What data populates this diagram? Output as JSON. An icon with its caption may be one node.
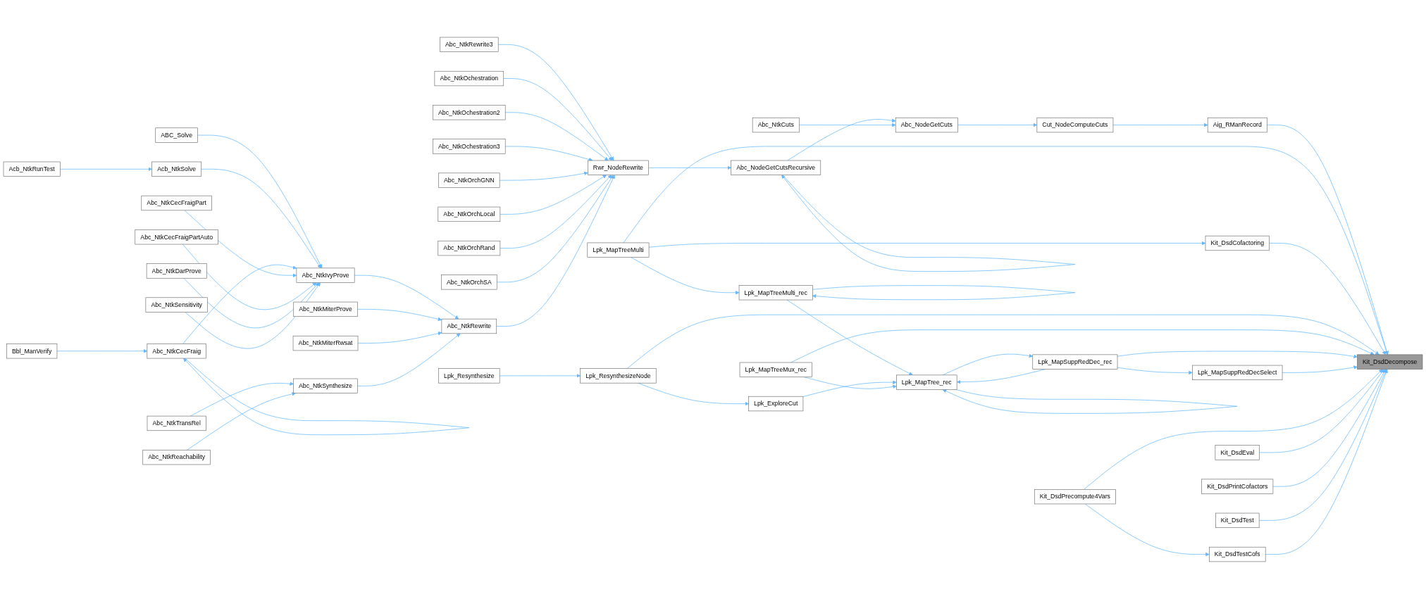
{
  "diagram": {
    "nodes": [
      {
        "text": [
          "Acb_NtkRunTest"
        ]
      },
      {
        "text": [
          "Bbl_ManVerify"
        ]
      },
      {
        "text": [
          "ABC_Solve"
        ]
      },
      {
        "text": [
          "Acb_NtkSolve"
        ]
      },
      {
        "text": [
          "Abc_NtkCecFraig"
        ]
      },
      {
        "text": [
          "Abc_NtkCecFraigPart"
        ]
      },
      {
        "text": [
          "Abc_NtkCecFraigPartAuto"
        ]
      },
      {
        "text": [
          "Abc_NtkDarProve"
        ]
      },
      {
        "text": [
          "Abc_NtkSensitivity"
        ]
      },
      {
        "text": [
          "Abc_NtkTransRel"
        ]
      },
      {
        "text": [
          "Abc_NtkReachability"
        ]
      },
      {
        "text": [
          "Abc_NtkIvyProve"
        ]
      },
      {
        "text": [
          "Abc_NtkMiterProve"
        ]
      },
      {
        "text": [
          "Abc_NtkMiterRwsat"
        ]
      },
      {
        "text": [
          "Abc_NtkSynthesize"
        ]
      },
      {
        "text": [
          "Abc_NtkRewrite3"
        ]
      },
      {
        "text": [
          "Abc_NtkOchestration"
        ]
      },
      {
        "text": [
          "Abc_NtkOchestration2"
        ]
      },
      {
        "text": [
          "Abc_NtkOchestration3"
        ]
      },
      {
        "text": [
          "Abc_NtkOrchGNN"
        ]
      },
      {
        "text": [
          "Abc_NtkOrchLocal"
        ]
      },
      {
        "text": [
          "Abc_NtkOrchRand"
        ]
      },
      {
        "text": [
          "Abc_NtkOrchSA"
        ]
      },
      {
        "text": [
          "Abc_NtkRewrite"
        ]
      },
      {
        "text": [
          "Lpk_Resynthesize"
        ]
      },
      {
        "text": [
          "Rwr_NodeRewrite"
        ]
      },
      {
        "text": [
          "Lpk_MapTreeMulti"
        ]
      },
      {
        "text": [
          "Lpk_ResynthesizeNode"
        ]
      },
      {
        "text": [
          "Abc_NodeGetCutsRecursive"
        ]
      },
      {
        "text": [
          "Abc_NtkCuts"
        ]
      },
      {
        "text": [
          "Abc_NodeGetCuts"
        ]
      },
      {
        "text": [
          "Kit_DsdCofactoring"
        ]
      },
      {
        "text": [
          "Lpk_MapTreeMulti_rec"
        ]
      },
      {
        "text": [
          "Lpk_ExploreCut"
        ]
      },
      {
        "text": [
          "Lpk_MapTreeMux_rec"
        ]
      },
      {
        "text": [
          "Lpk_MapTree_rec"
        ]
      },
      {
        "text": [
          "Cut_NodeComputeCuts"
        ]
      },
      {
        "text": [
          "Kit_DsdPrecompute4Vars"
        ]
      },
      {
        "text": [
          "Lpk_MapSuppRedDec_rec"
        ]
      },
      {
        "text": [
          "Aig_RManRecord"
        ]
      },
      {
        "text": [
          "Kit_DsdEval"
        ]
      },
      {
        "text": [
          "Kit_DsdPrintCofactors"
        ]
      },
      {
        "text": [
          "Kit_DsdTest"
        ]
      },
      {
        "text": [
          "Kit_DsdTestCofs"
        ]
      },
      {
        "text": [
          "Lpk_MapSuppRedDecSelect"
        ]
      },
      {
        "text": [
          "Kit_DsdDecompose"
        ]
      }
    ],
    "edges": [
      {
        "from": 0,
        "to": 3,
        "arrow": "to"
      },
      {
        "from": 1,
        "to": 4,
        "arrow": "to"
      },
      {
        "from": 4,
        "to": 4,
        "arrow": "to"
      },
      {
        "from": 2,
        "to": 11,
        "arrow": "to"
      },
      {
        "from": 3,
        "to": 11,
        "arrow": "to"
      },
      {
        "from": 4,
        "to": 11,
        "arrow": "to"
      },
      {
        "from": 5,
        "to": 11,
        "arrow": "to"
      },
      {
        "from": 6,
        "to": 11,
        "arrow": "to"
      },
      {
        "from": 7,
        "to": 11,
        "arrow": "to"
      },
      {
        "from": 8,
        "to": 11,
        "arrow": "to"
      },
      {
        "from": 9,
        "to": 14,
        "arrow": "to"
      },
      {
        "from": 10,
        "to": 14,
        "arrow": "to"
      },
      {
        "from": 11,
        "to": 23,
        "arrow": "to"
      },
      {
        "from": 12,
        "to": 23,
        "arrow": "to"
      },
      {
        "from": 13,
        "to": 23,
        "arrow": "to"
      },
      {
        "from": 14,
        "to": 23,
        "arrow": "to"
      },
      {
        "from": 15,
        "to": 25,
        "arrow": "to"
      },
      {
        "from": 16,
        "to": 25,
        "arrow": "to"
      },
      {
        "from": 17,
        "to": 25,
        "arrow": "to"
      },
      {
        "from": 18,
        "to": 25,
        "arrow": "to"
      },
      {
        "from": 19,
        "to": 25,
        "arrow": "to"
      },
      {
        "from": 20,
        "to": 25,
        "arrow": "to"
      },
      {
        "from": 21,
        "to": 25,
        "arrow": "to"
      },
      {
        "from": 22,
        "to": 25,
        "arrow": "to"
      },
      {
        "from": 23,
        "to": 25,
        "arrow": "to"
      },
      {
        "from": 25,
        "to": 28,
        "arrow": "to"
      },
      {
        "from": 28,
        "to": 28,
        "arrow": "to"
      },
      {
        "from": 28,
        "to": 30,
        "arrow": "to"
      },
      {
        "from": 29,
        "to": 30,
        "arrow": "to"
      },
      {
        "from": 30,
        "to": 36,
        "arrow": "to"
      },
      {
        "from": 36,
        "to": 39,
        "arrow": "to"
      },
      {
        "from": 39,
        "to": 45,
        "arrow": "to"
      },
      {
        "from": 26,
        "to": 45,
        "arrow": "to"
      },
      {
        "from": 26,
        "to": 31,
        "arrow": "to"
      },
      {
        "from": 31,
        "to": 45,
        "arrow": "to"
      },
      {
        "from": 26,
        "to": 32,
        "arrow": "to"
      },
      {
        "from": 32,
        "to": 32,
        "arrow": "to"
      },
      {
        "from": 32,
        "to": 35,
        "arrow": "to"
      },
      {
        "from": 35,
        "to": 35,
        "arrow": "to"
      },
      {
        "from": 24,
        "to": 27,
        "arrow": "to"
      },
      {
        "from": 27,
        "to": 33,
        "arrow": "to"
      },
      {
        "from": 27,
        "to": 45,
        "arrow": "to"
      },
      {
        "from": 33,
        "to": 35,
        "arrow": "to"
      },
      {
        "from": 34,
        "to": 35,
        "arrow": "to"
      },
      {
        "from": 34,
        "to": 45,
        "arrow": "to"
      },
      {
        "from": 38,
        "to": 35,
        "arrow": "to"
      },
      {
        "from": 35,
        "to": 38,
        "arrow": "to"
      },
      {
        "from": 38,
        "to": 44,
        "arrow": "to"
      },
      {
        "from": 38,
        "to": 45,
        "arrow": "to"
      },
      {
        "from": 44,
        "to": 45,
        "arrow": "to"
      },
      {
        "from": 37,
        "to": 45,
        "arrow": "to"
      },
      {
        "from": 37,
        "to": 43,
        "arrow": "to"
      },
      {
        "from": 40,
        "to": 45,
        "arrow": "to"
      },
      {
        "from": 41,
        "to": 45,
        "arrow": "to"
      },
      {
        "from": 42,
        "to": 45,
        "arrow": "to"
      },
      {
        "from": 43,
        "to": 45,
        "arrow": "to"
      }
    ]
  }
}
